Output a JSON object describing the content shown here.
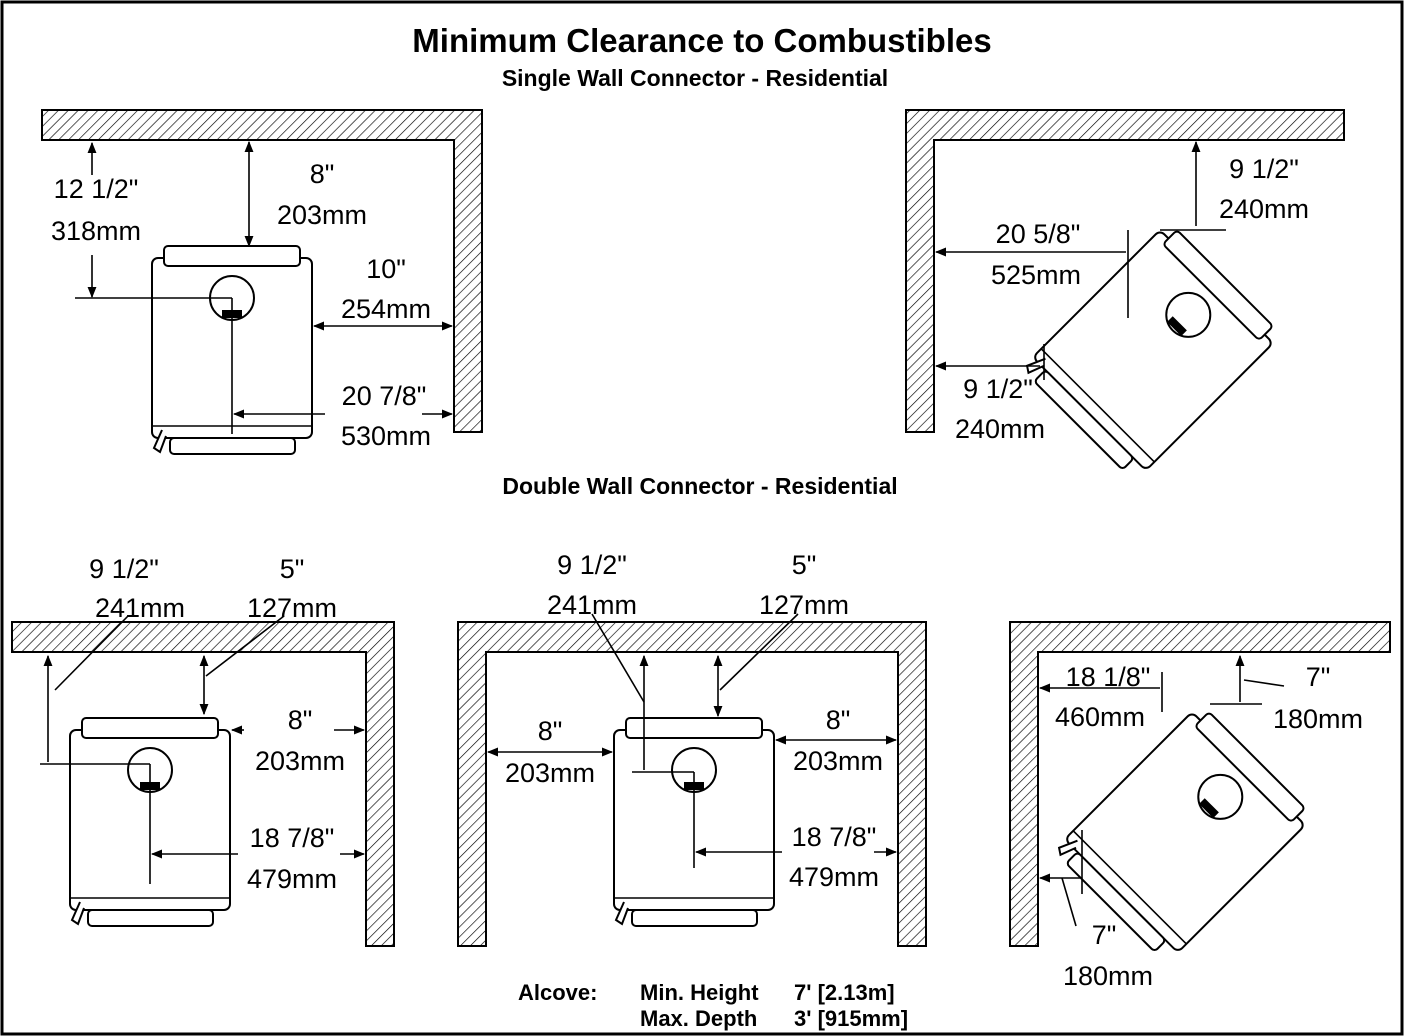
{
  "title": "Minimum Clearance to Combustibles",
  "section_single": "Single Wall Connector - Residential",
  "section_double": "Double Wall Connector - Residential",
  "single_straight": {
    "back_center_in": "12 1/2\"",
    "back_center_mm": "318mm",
    "back_in": "8\"",
    "back_mm": "203mm",
    "side_in": "10\"",
    "side_mm": "254mm",
    "side_center_in": "20 7/8\"",
    "side_center_mm": "530mm"
  },
  "single_corner": {
    "top_in": "9 1/2\"",
    "top_mm": "240mm",
    "left_center_in": "20 5/8\"",
    "left_center_mm": "525mm",
    "left_in": "9 1/2\"",
    "left_mm": "240mm"
  },
  "double_straight": {
    "back_center_in": "9 1/2\"",
    "back_center_mm": "241mm",
    "back_in": "5\"",
    "back_mm": "127mm",
    "side_in": "8\"",
    "side_mm": "203mm",
    "side_center_in": "18 7/8\"",
    "side_center_mm": "479mm"
  },
  "double_alcove": {
    "back_center_in": "9 1/2\"",
    "back_center_mm": "241mm",
    "back_in": "5\"",
    "back_mm": "127mm",
    "left_in": "8\"",
    "left_mm": "203mm",
    "right_in": "8\"",
    "right_mm": "203mm",
    "side_center_in": "18 7/8\"",
    "side_center_mm": "479mm"
  },
  "double_corner": {
    "left_center_in": "18 1/8\"",
    "left_center_mm": "460mm",
    "top_in": "7\"",
    "top_mm": "180mm",
    "bottom_in": "7\"",
    "bottom_mm": "180mm"
  },
  "alcove": {
    "label": "Alcove:",
    "height_label": "Min. Height",
    "height_value": "7' [2.13m]",
    "depth_label": "Max. Depth",
    "depth_value": "3' [915mm]"
  },
  "colors": {
    "line": "#000000",
    "background": "#ffffff"
  }
}
